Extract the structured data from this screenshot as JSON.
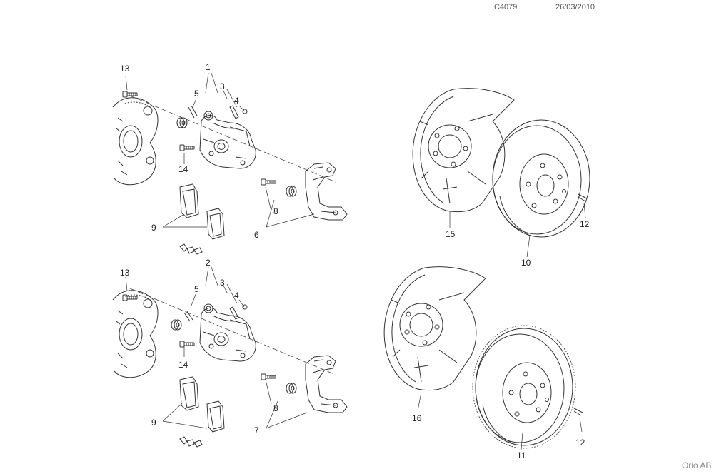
{
  "header": {
    "code": "C4079",
    "date": "26/03/2010"
  },
  "footer": {
    "brand": "Orio AB"
  },
  "callouts": [
    "1",
    "2",
    "3",
    "4",
    "5",
    "6",
    "7",
    "8",
    "9",
    "10",
    "11",
    "12",
    "13",
    "14",
    "15",
    "16"
  ]
}
